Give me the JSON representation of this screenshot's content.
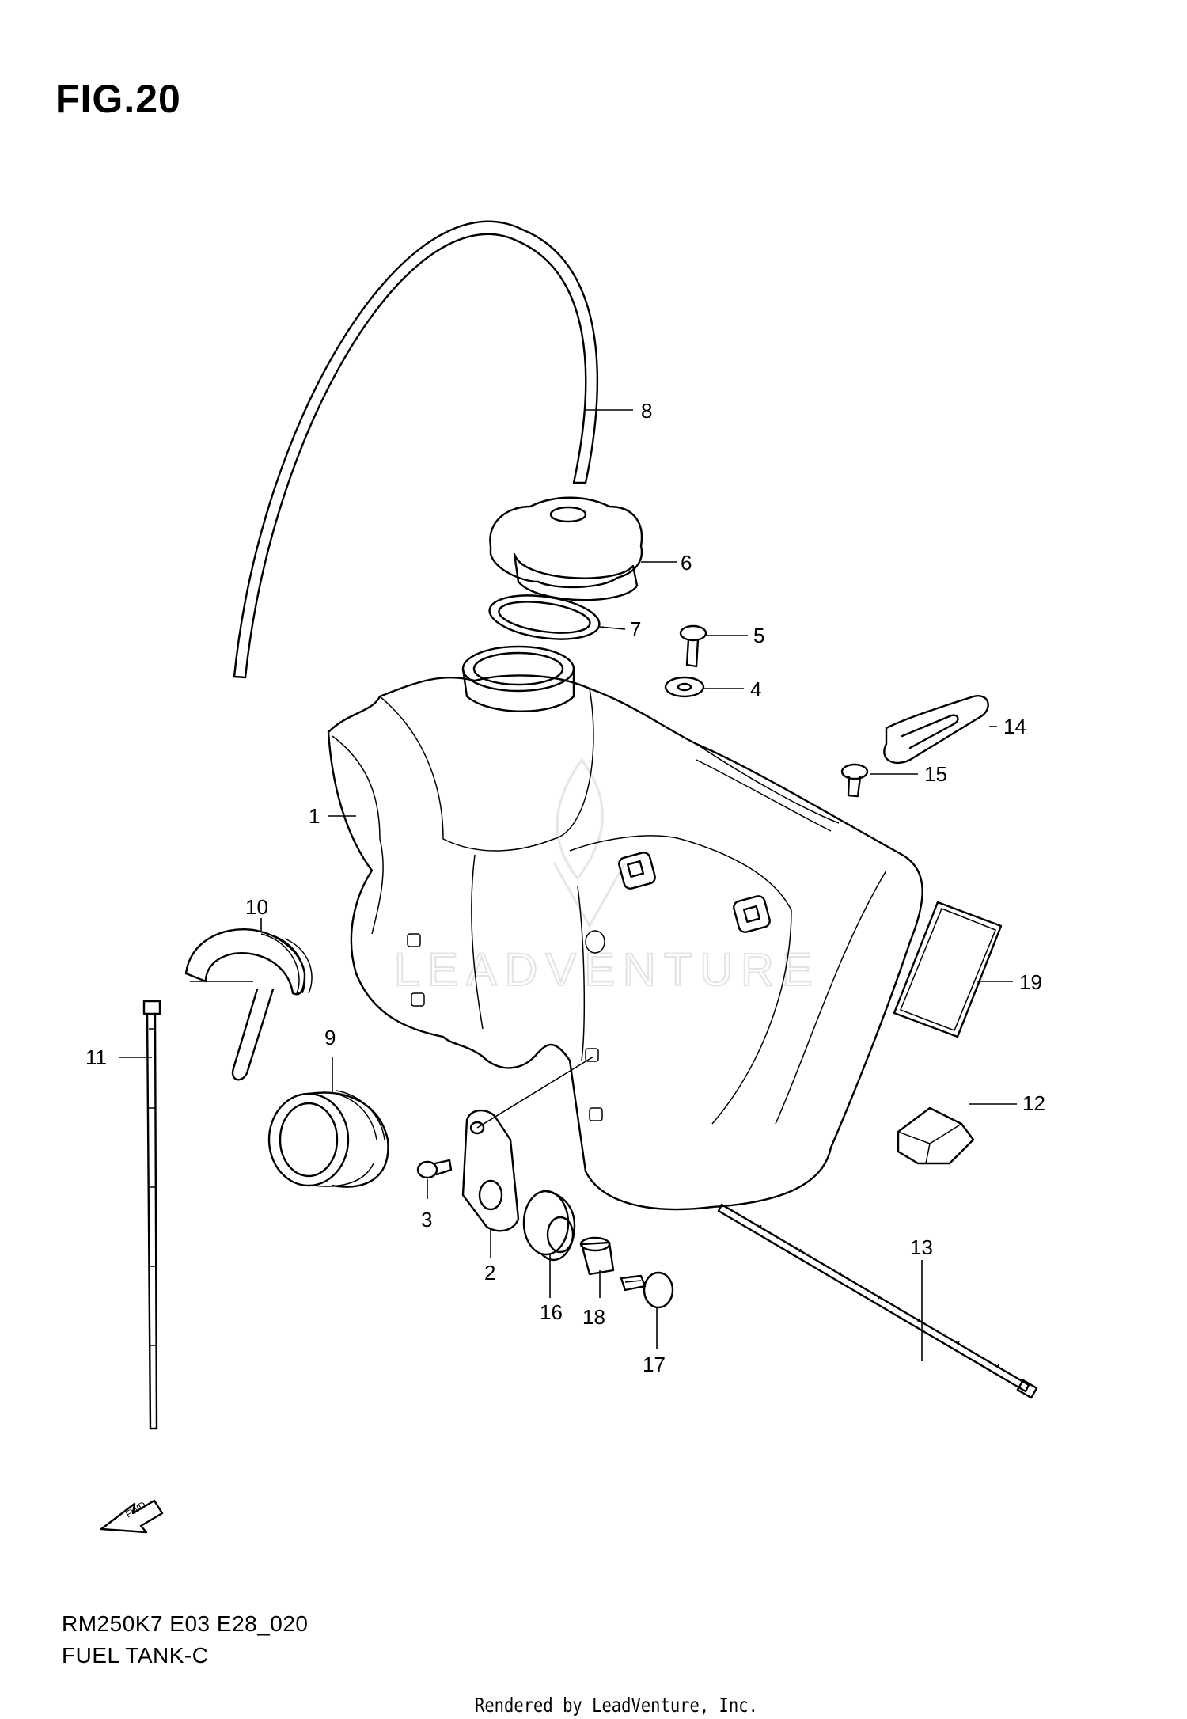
{
  "figure": {
    "title": "FIG.20",
    "code": "RM250K7 E03 E28_020",
    "subtitle": "FUEL TANK-C",
    "credit": "Rendered by LeadVenture, Inc.",
    "watermark": "LEADVENTURE",
    "fwd_label": "FWD"
  },
  "callouts": [
    "1",
    "2",
    "3",
    "4",
    "5",
    "6",
    "7",
    "8",
    "9",
    "10",
    "11",
    "12",
    "13",
    "14",
    "15",
    "16",
    "17",
    "18",
    "19"
  ]
}
